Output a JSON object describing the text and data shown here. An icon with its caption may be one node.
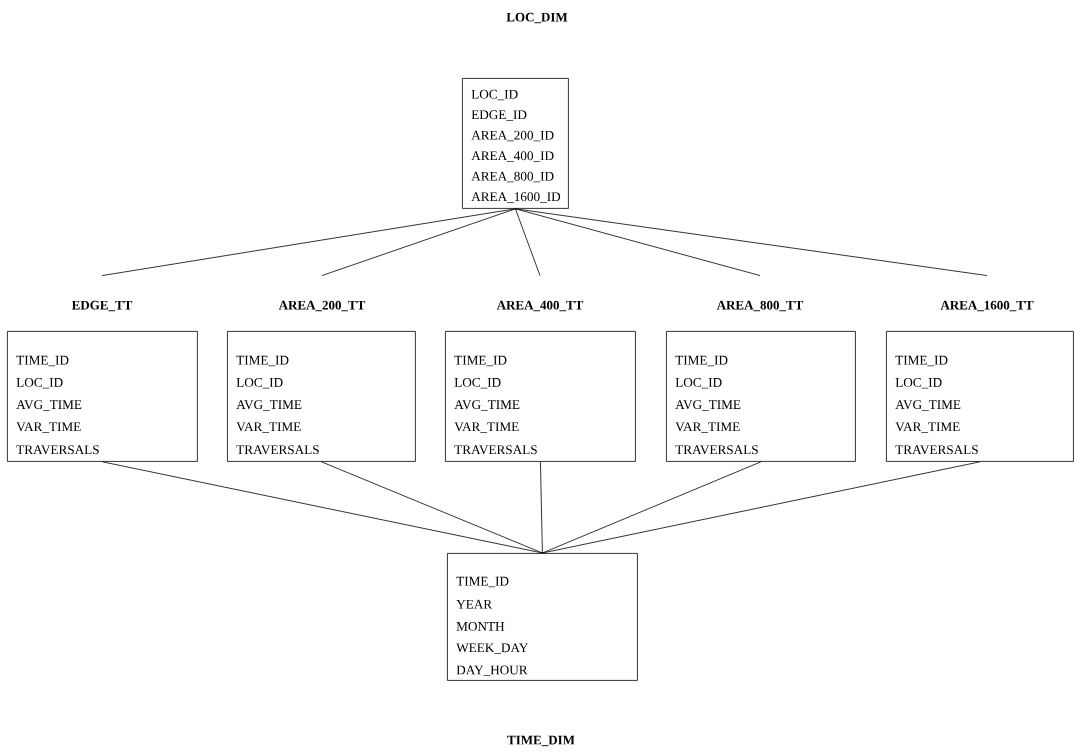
{
  "diagram": {
    "nodes": [
      {
        "text": [
          "LOC_DIM",
          "LOC_ID",
          "EDGE_ID",
          "AREA_200_ID",
          "AREA_400_ID",
          "AREA_800_ID",
          "AREA_1600_ID"
        ]
      },
      {
        "text": [
          "EDGE_TT",
          "TIME_ID",
          "LOC_ID",
          "AVG_TIME",
          "VAR_TIME",
          "TRAVERSALS"
        ]
      },
      {
        "text": [
          "AREA_200_TT",
          "TIME_ID",
          "LOC_ID",
          "AVG_TIME",
          "VAR_TIME",
          "TRAVERSALS"
        ]
      },
      {
        "text": [
          "AREA_400_TT",
          "TIME_ID",
          "LOC_ID",
          "AVG_TIME",
          "VAR_TIME",
          "TRAVERSALS"
        ]
      },
      {
        "text": [
          "AREA_800_TT",
          "TIME_ID",
          "LOC_ID",
          "AVG_TIME",
          "VAR_TIME",
          "TRAVERSALS"
        ]
      },
      {
        "text": [
          "AREA_1600_TT",
          "TIME_ID",
          "LOC_ID",
          "AVG_TIME",
          "VAR_TIME",
          "TRAVERSALS"
        ]
      },
      {
        "text": [
          "TIME_DIM",
          "TIME_ID",
          "YEAR",
          "MONTH",
          "WEEK_DAY",
          "DAY_HOUR"
        ]
      }
    ],
    "edges": [
      {
        "from": 0,
        "to": 1,
        "arrow": "none"
      },
      {
        "from": 0,
        "to": 2,
        "arrow": "none"
      },
      {
        "from": 0,
        "to": 3,
        "arrow": "none"
      },
      {
        "from": 0,
        "to": 4,
        "arrow": "none"
      },
      {
        "from": 0,
        "to": 5,
        "arrow": "none"
      },
      {
        "from": 1,
        "to": 6,
        "arrow": "none"
      },
      {
        "from": 2,
        "to": 6,
        "arrow": "none"
      },
      {
        "from": 3,
        "to": 6,
        "arrow": "none"
      },
      {
        "from": 4,
        "to": 6,
        "arrow": "none"
      },
      {
        "from": 5,
        "to": 6,
        "arrow": "none"
      }
    ]
  }
}
